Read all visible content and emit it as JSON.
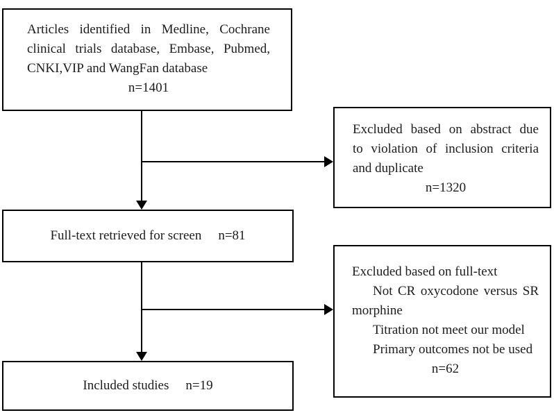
{
  "figure": {
    "type": "study-selection-flow-diagram",
    "background_color": "#ffffff",
    "border_color": "#000000",
    "text_color": "#1c1c1c",
    "boxes": {
      "identification": {
        "lines": [
          "Articles identified in Medline, Cochrane",
          "clinical trials database, Embase, Pubmed,",
          "CNKI,VIP and WangFan database"
        ],
        "count": "n=1401"
      },
      "excluded_abstract": {
        "lines": [
          "Excluded based on abstract due",
          "to violation of inclusion criteria",
          "and duplicate"
        ],
        "count": "n=1320"
      },
      "fulltext": {
        "label": "Full-text retrieved for screen",
        "count": "n=81"
      },
      "excluded_fulltext": {
        "title": "Excluded based on full-text",
        "reason_lines": [
          "Not CR oxycodone versus SR",
          "morphine",
          "Titration not meet our model",
          "Primary outcomes not be used"
        ],
        "count": "n=62"
      },
      "included": {
        "label": "Included studies",
        "count": "n=19"
      }
    }
  }
}
